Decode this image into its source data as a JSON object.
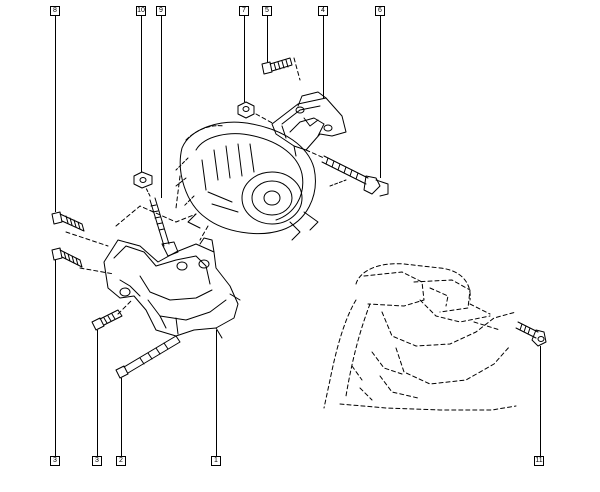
{
  "callouts": {
    "c8": "8",
    "c10": "10",
    "c9": "9",
    "c7": "7",
    "c5": "5",
    "c4": "4",
    "c6": "6",
    "c3_left": "3",
    "c3_mid": "3",
    "c2": "2",
    "c1": "1",
    "c11": "11"
  }
}
